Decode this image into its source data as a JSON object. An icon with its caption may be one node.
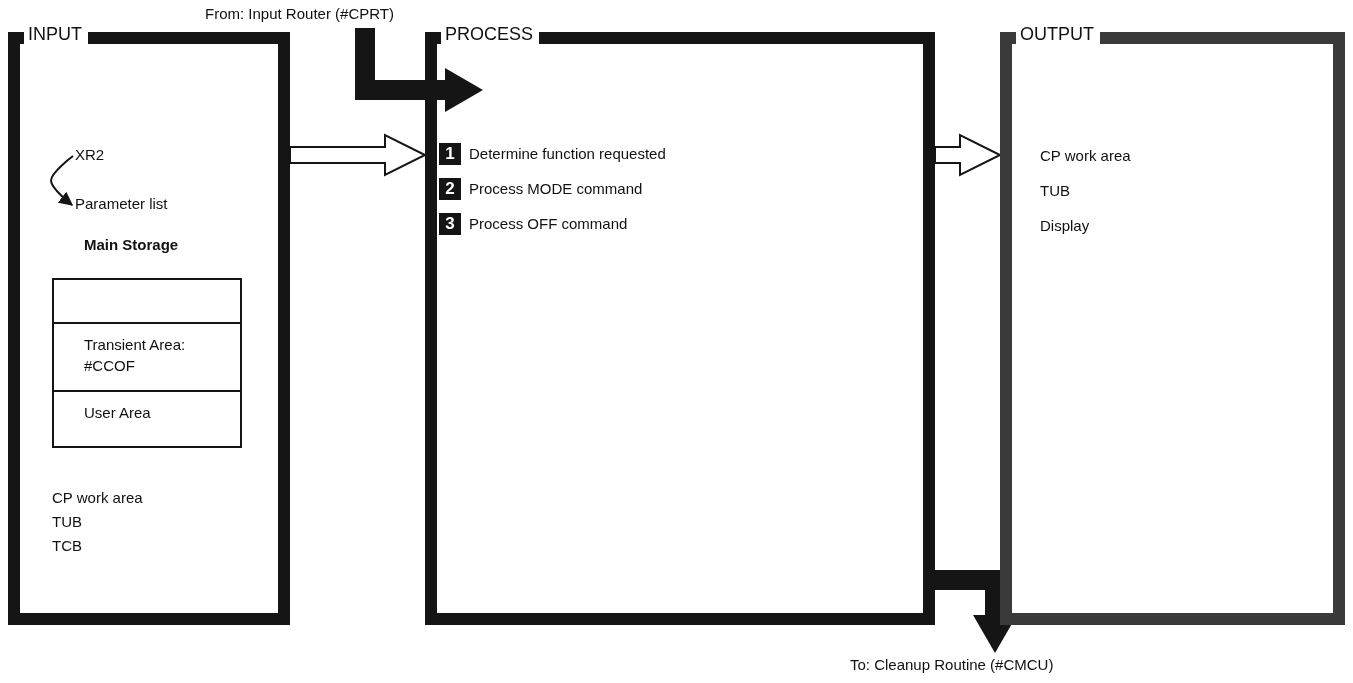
{
  "diagram": {
    "nodes": [
      {
        "text": [
          "From: Input Router (#CPRT)"
        ]
      },
      {
        "text": [
          "INPUT"
        ]
      },
      {
        "text": [
          "XR2"
        ],
        "in": 1
      },
      {
        "text": [
          "Parameter list"
        ],
        "in": 1
      },
      {
        "text": [
          "Main Storage"
        ],
        "in": 1
      },
      {
        "text": [],
        "shape": "box",
        "in": 4
      },
      {
        "text": [
          "Transient Area: #CCOF"
        ],
        "in": 4
      },
      {
        "text": [
          "User Area"
        ],
        "in": 4
      },
      {
        "text": [
          "PROCESS"
        ]
      },
      {
        "text": [
          "1",
          "Determine function requested"
        ],
        "in": 8
      },
      {
        "text": [
          "2",
          "Process MODE command"
        ],
        "in": 8
      },
      {
        "text": [
          "3",
          "Process OFF command"
        ],
        "in": 8
      },
      {
        "text": [
          "OUTPUT"
        ]
      },
      {
        "text": [
          "To: Cleanup Routine (#CMCU)"
        ]
      }
    ],
    "edges": [
      {
        "from": 0,
        "to": 8,
        "arrow": "to"
      },
      {
        "from": 1,
        "to": 8,
        "arrow": "to"
      },
      {
        "from": 2,
        "to": 3,
        "arrow": "to"
      },
      {
        "from": 8,
        "to": 12,
        "arrow": "to"
      },
      {
        "from": 8,
        "to": 13,
        "arrow": "to"
      }
    ],
    "labels": [
      "CP work area",
      "TUB",
      "TCB",
      "CP work area",
      "TUB",
      "Display"
    ]
  }
}
